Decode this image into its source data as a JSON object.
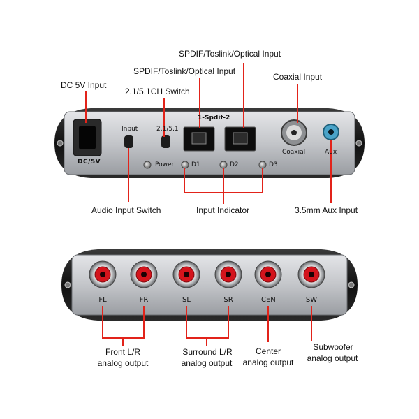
{
  "top_device": {
    "callouts": {
      "spdif_top": "SPDIF/Toslink/Optical Input",
      "spdif_second": "SPDIF/Toslink/Optical Input",
      "coaxial_input": "Coaxial Input",
      "dc_input": "DC 5V Input",
      "channel_switch": "2.1/5.1CH Switch",
      "audio_input_switch": "Audio Input Switch",
      "input_indicator": "Input Indicator",
      "aux_input": "3.5mm Aux Input"
    },
    "panel_labels": {
      "dc": "DC/5V",
      "input": "Input",
      "channel": "2.1/5.1",
      "power": "Power",
      "spdif_ports": "1-Spdif-2",
      "coaxial": "Coaxial",
      "aux": "Aux",
      "d1": "D1",
      "d2": "D2",
      "d3": "D3"
    }
  },
  "bottom_device": {
    "jacks": [
      "FL",
      "FR",
      "SL",
      "SR",
      "CEN",
      "SW"
    ],
    "callouts": {
      "front_line1": "Front L/R",
      "front_line2": "analog output",
      "surround_line1": "Surround L/R",
      "surround_line2": "analog output",
      "center_line1": "Center",
      "center_line2": "analog output",
      "sub_line1": "Subwoofer",
      "sub_line2": "analog output"
    }
  },
  "colors": {
    "callout_line": "#e2231a",
    "panel_silver": "#c9cbcf",
    "chassis_black": "#1a1a1a",
    "rca_red": "#d4141c"
  }
}
